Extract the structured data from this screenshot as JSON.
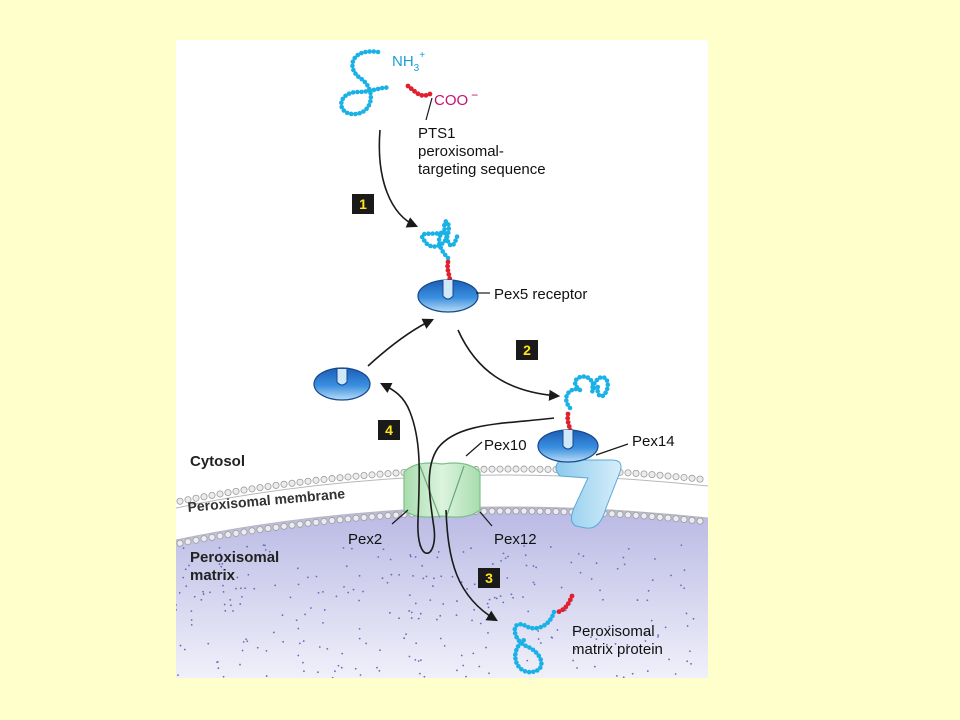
{
  "labels": {
    "nh3": "NH",
    "nh3_sub": "3",
    "nh3_sup": "+",
    "coo": "COO",
    "coo_sup": "−",
    "pts1": [
      "PTS1",
      "peroxisomal-",
      "targeting sequence"
    ],
    "pex5": "Pex5 receptor",
    "pex10": "Pex10",
    "pex14": "Pex14",
    "pex2": "Pex2",
    "pex12": "Pex12",
    "cytosol": "Cytosol",
    "membrane": "Peroxisomal membrane",
    "matrix": [
      "Peroxisomal",
      "matrix"
    ],
    "matrix_protein": [
      "Peroxisomal",
      "matrix protein"
    ]
  },
  "steps": [
    "1",
    "2",
    "3",
    "4"
  ],
  "colors": {
    "page_background": "#ffffcc",
    "figure_background": "#ffffff",
    "protein_chain": "#19b1e6",
    "targeting_signal": "#e0202e",
    "coo_text": "#c8106e",
    "nh3_text": "#1a9fd6",
    "receptor": "#2b7fd6",
    "pex14": "#b3dcf2",
    "translocon": "#bfe8c4",
    "matrix": "#c8c8ea",
    "step_box": "#1a1a1a",
    "step_number": "#ffe61a"
  }
}
